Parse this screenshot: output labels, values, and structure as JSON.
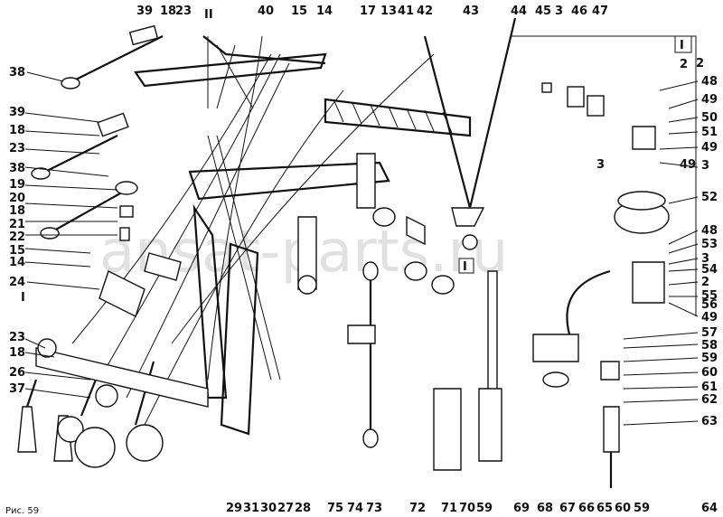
{
  "figure": {
    "caption": "Рис. 59",
    "watermark": "ansat-parts.ru",
    "section_mark_main": "II",
    "section_mark_right": "I",
    "section_mark_left": "I",
    "section_mark_mid": "I",
    "top_labels": [
      "39",
      "18",
      "23",
      "40",
      "15",
      "14",
      "17",
      "13",
      "41",
      "42",
      "43",
      "44",
      "45",
      "3",
      "46",
      "47"
    ],
    "left_labels": [
      "38",
      "39",
      "18",
      "23",
      "38",
      "19",
      "20",
      "18",
      "21",
      "22",
      "15",
      "14",
      "24",
      "23",
      "18",
      "26",
      "37"
    ],
    "right_labels": [
      "2",
      "48",
      "49",
      "50",
      "51",
      "49",
      "3",
      "52",
      "48",
      "53",
      "3",
      "54",
      "2",
      "55",
      "56",
      "49",
      "57",
      "58",
      "59",
      "60",
      "61",
      "62",
      "63",
      "64"
    ],
    "bottom_labels": [
      "29",
      "31",
      "30",
      "27",
      "28",
      "75",
      "74",
      "73",
      "72",
      "71",
      "70",
      "59",
      "69",
      "68",
      "67",
      "66",
      "65",
      "60",
      "59"
    ],
    "part_numbers": {
      "p2": "2",
      "p3": "3",
      "p49": "49"
    }
  }
}
